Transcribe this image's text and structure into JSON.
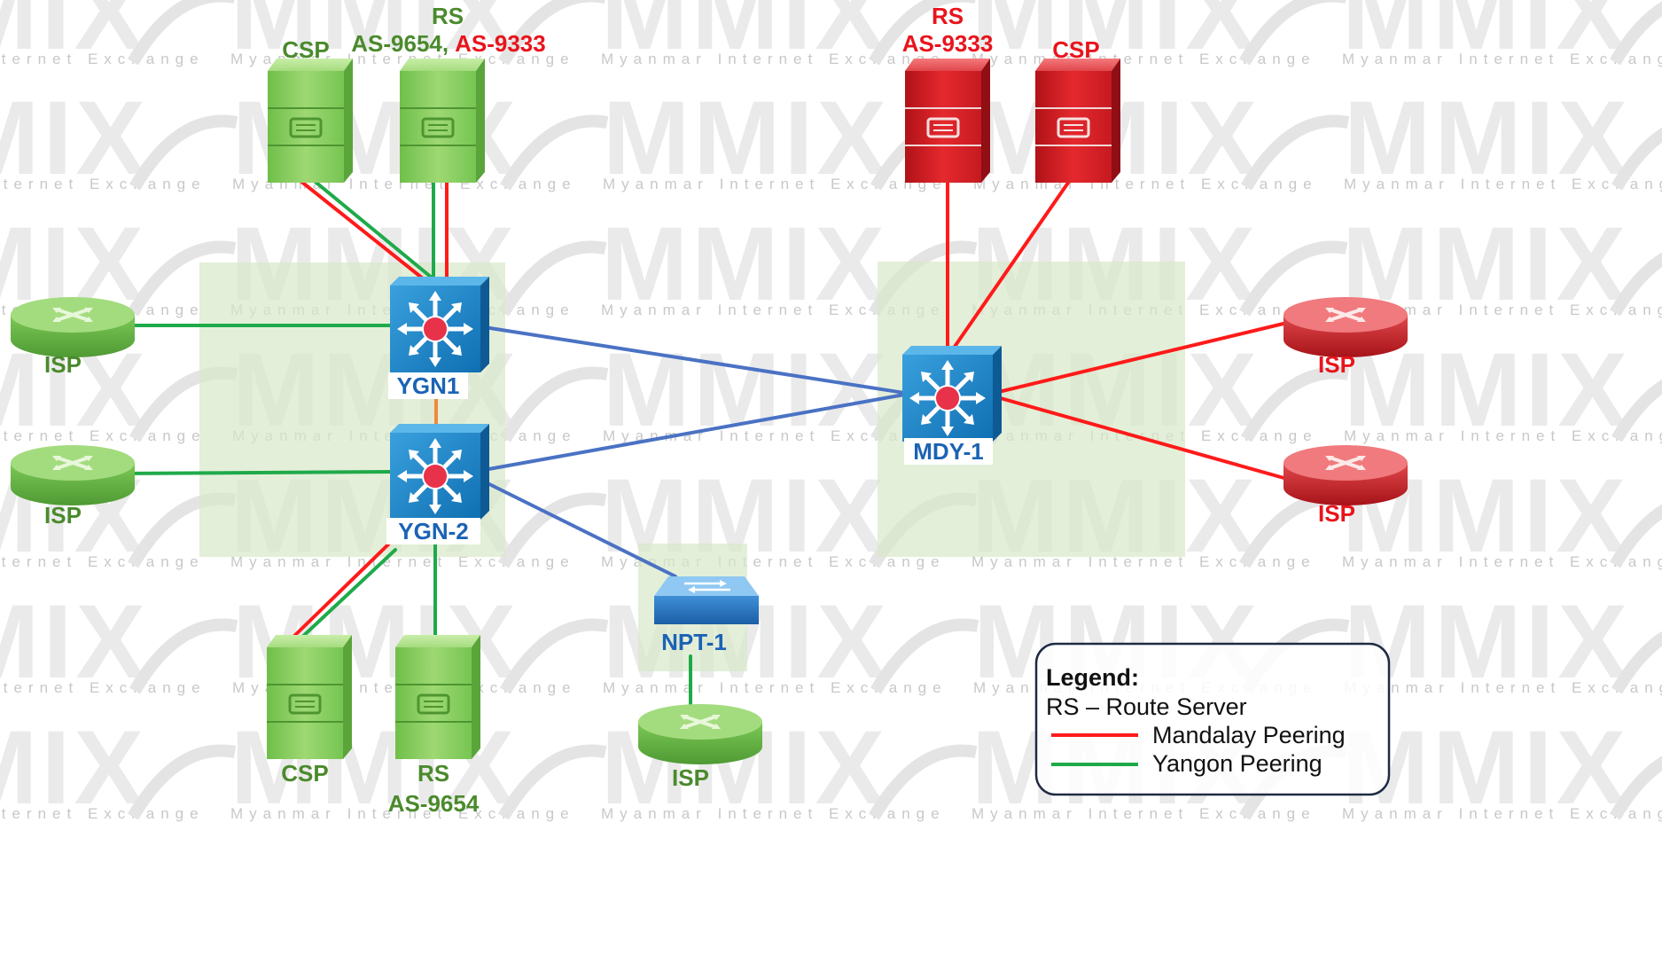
{
  "watermark": {
    "brand": "MMIX",
    "tagline": "Myanmar Internet Exchange"
  },
  "colors": {
    "yangon": "#1faa4a",
    "mandalay": "#ff1a1a",
    "inter_site": "#4a72c4",
    "site_bg": "#e3efd9",
    "node_label": "#1a63b5",
    "green_text": "#4a8a2c",
    "red_text": "#e8141c"
  },
  "yangon": {
    "csp_top": "CSP",
    "rs_top": {
      "title": "RS",
      "as_green": "AS-9654,",
      "as_red": "AS-9333"
    },
    "isp_1": "ISP",
    "isp_2": "ISP",
    "switch_1": "YGN1",
    "switch_2": "YGN-2",
    "csp_bottom": "CSP",
    "rs_bottom": {
      "title": "RS",
      "as": "AS-9654"
    }
  },
  "mandalay": {
    "rs": {
      "title": "RS",
      "as": "AS-9333"
    },
    "csp": "CSP",
    "switch": "MDY-1",
    "isp_1": "ISP",
    "isp_2": "ISP"
  },
  "naypyitaw": {
    "switch": "NPT-1",
    "isp": "ISP"
  },
  "legend": {
    "title": "Legend:",
    "rs_def": "RS – Route Server",
    "items": [
      {
        "label": "Mandalay Peering",
        "color": "#ff1a1a"
      },
      {
        "label": "Yangon Peering",
        "color": "#1faa4a"
      }
    ]
  },
  "icons": [
    "server-icon",
    "router-icon",
    "layer3-switch-icon",
    "layer2-switch-icon"
  ]
}
